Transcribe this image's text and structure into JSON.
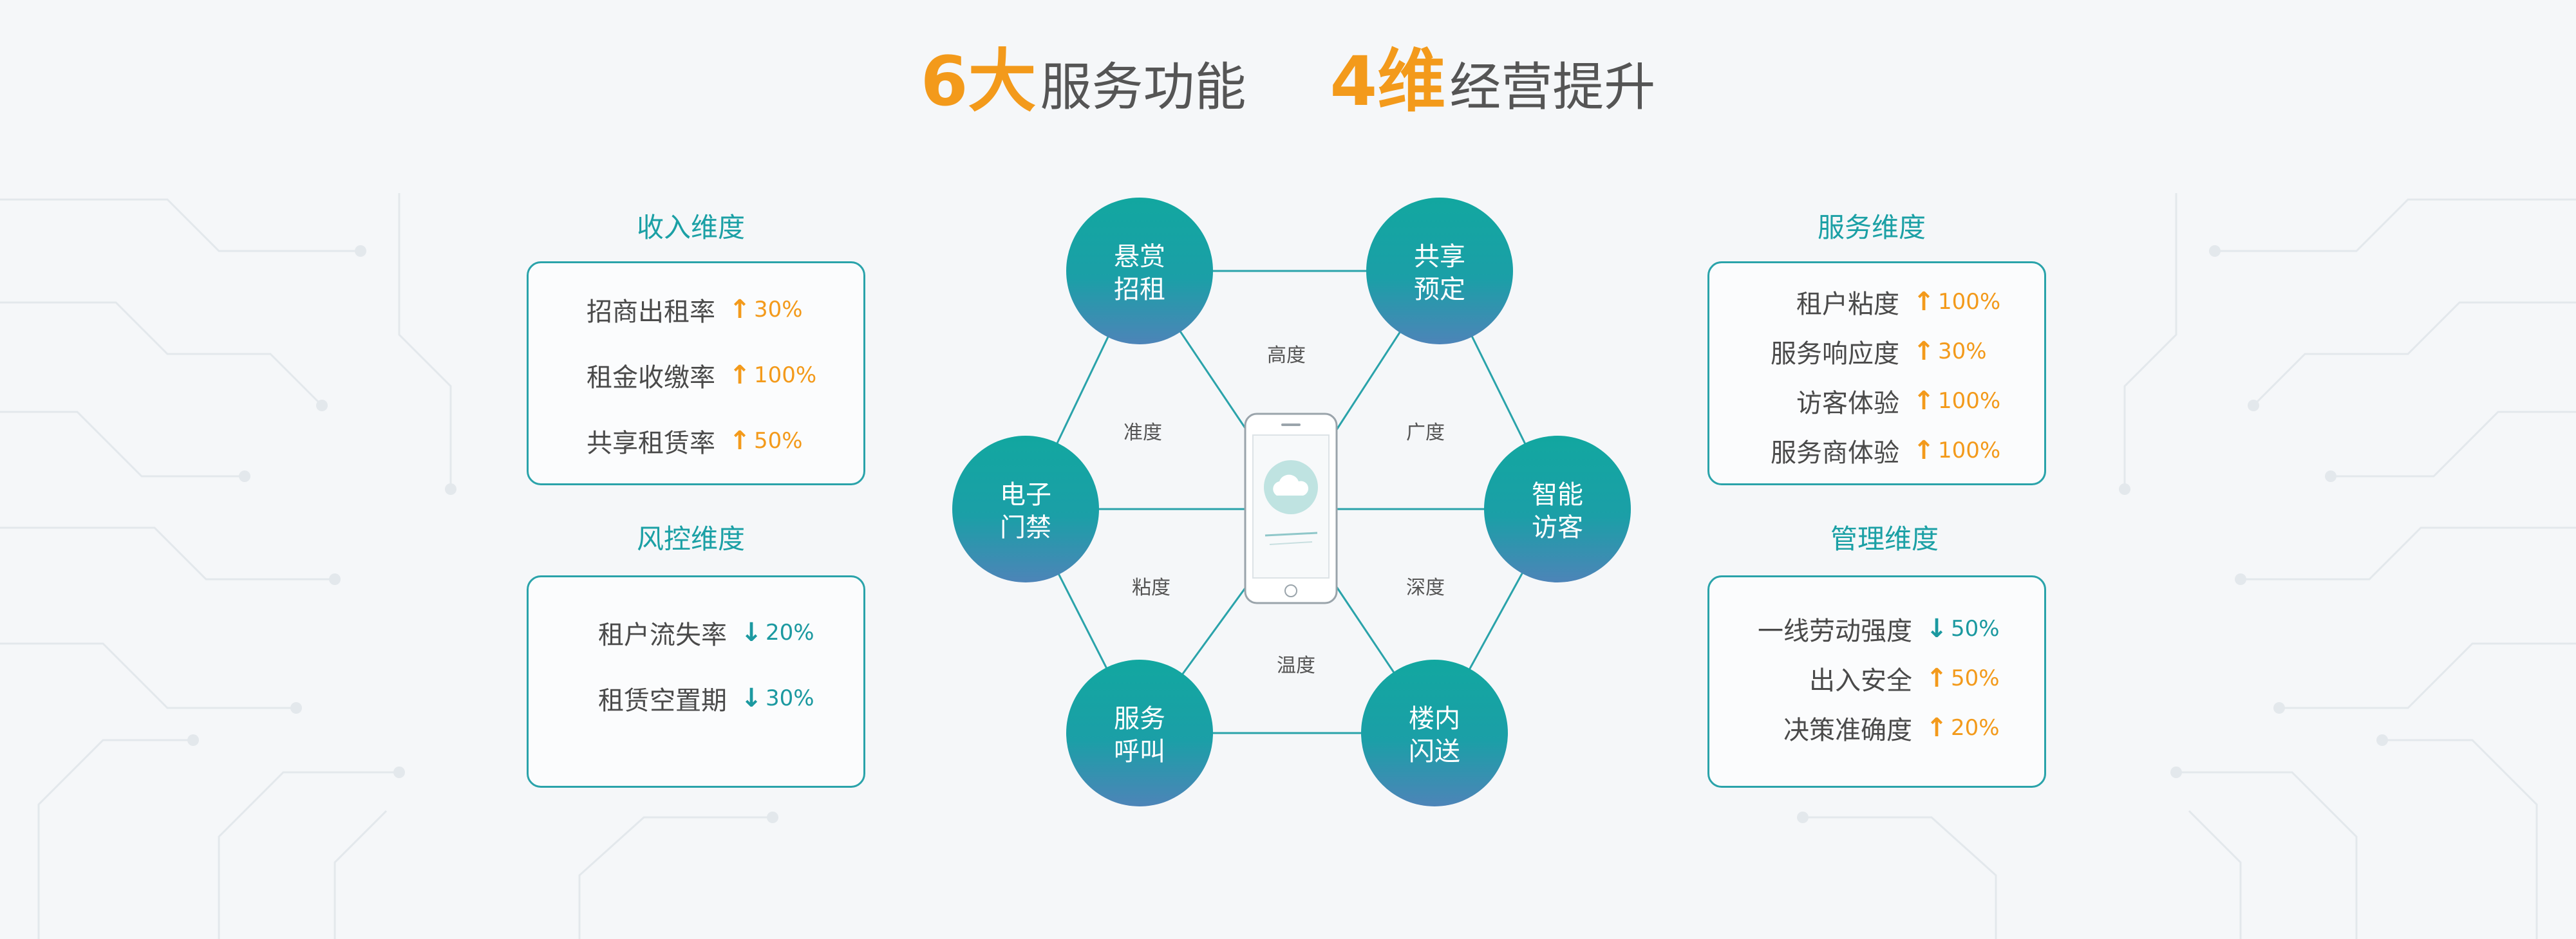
{
  "headline": {
    "part1_accent": "6大",
    "part1_text": "服务功能",
    "part2_accent": "4维",
    "part2_text": "经营提升"
  },
  "colors": {
    "accent_orange": "#f39a1b",
    "teal": "#1ba0a5",
    "circle_top": "#12a7a0",
    "circle_bottom": "#4d84b8"
  },
  "panels": {
    "income": {
      "title": "收入维度",
      "rows": [
        {
          "label": "招商出租率",
          "direction": "up",
          "value": "30%"
        },
        {
          "label": "租金收缴率",
          "direction": "up",
          "value": "100%"
        },
        {
          "label": "共享租赁率",
          "direction": "up",
          "value": "50%"
        }
      ]
    },
    "risk": {
      "title": "风控维度",
      "rows": [
        {
          "label": "租户流失率",
          "direction": "down",
          "value": "20%"
        },
        {
          "label": "租赁空置期",
          "direction": "down",
          "value": "30%"
        }
      ]
    },
    "service": {
      "title": "服务维度",
      "rows": [
        {
          "label": "租户粘度",
          "direction": "up",
          "value": "100%"
        },
        {
          "label": "服务响应度",
          "direction": "up",
          "value": "30%"
        },
        {
          "label": "访客体验",
          "direction": "up",
          "value": "100%"
        },
        {
          "label": "服务商体验",
          "direction": "up",
          "value": "100%"
        }
      ]
    },
    "management": {
      "title": "管理维度",
      "rows": [
        {
          "label": "一线劳动强度",
          "direction": "down",
          "value": "50%"
        },
        {
          "label": "出入安全",
          "direction": "up",
          "value": "50%"
        },
        {
          "label": "决策准确度",
          "direction": "up",
          "value": "20%"
        }
      ]
    }
  },
  "hexagon": {
    "nodes": [
      {
        "line1": "悬赏",
        "line2": "招租"
      },
      {
        "line1": "共享",
        "line2": "预定"
      },
      {
        "line1": "智能",
        "line2": "访客"
      },
      {
        "line1": "楼内",
        "line2": "闪送"
      },
      {
        "line1": "服务",
        "line2": "呼叫"
      },
      {
        "line1": "电子",
        "line2": "门禁"
      }
    ],
    "dimensions": {
      "top": "高度",
      "top_right": "广度",
      "bottom_right": "深度",
      "bottom": "温度",
      "bottom_left": "粘度",
      "top_left": "准度"
    }
  }
}
